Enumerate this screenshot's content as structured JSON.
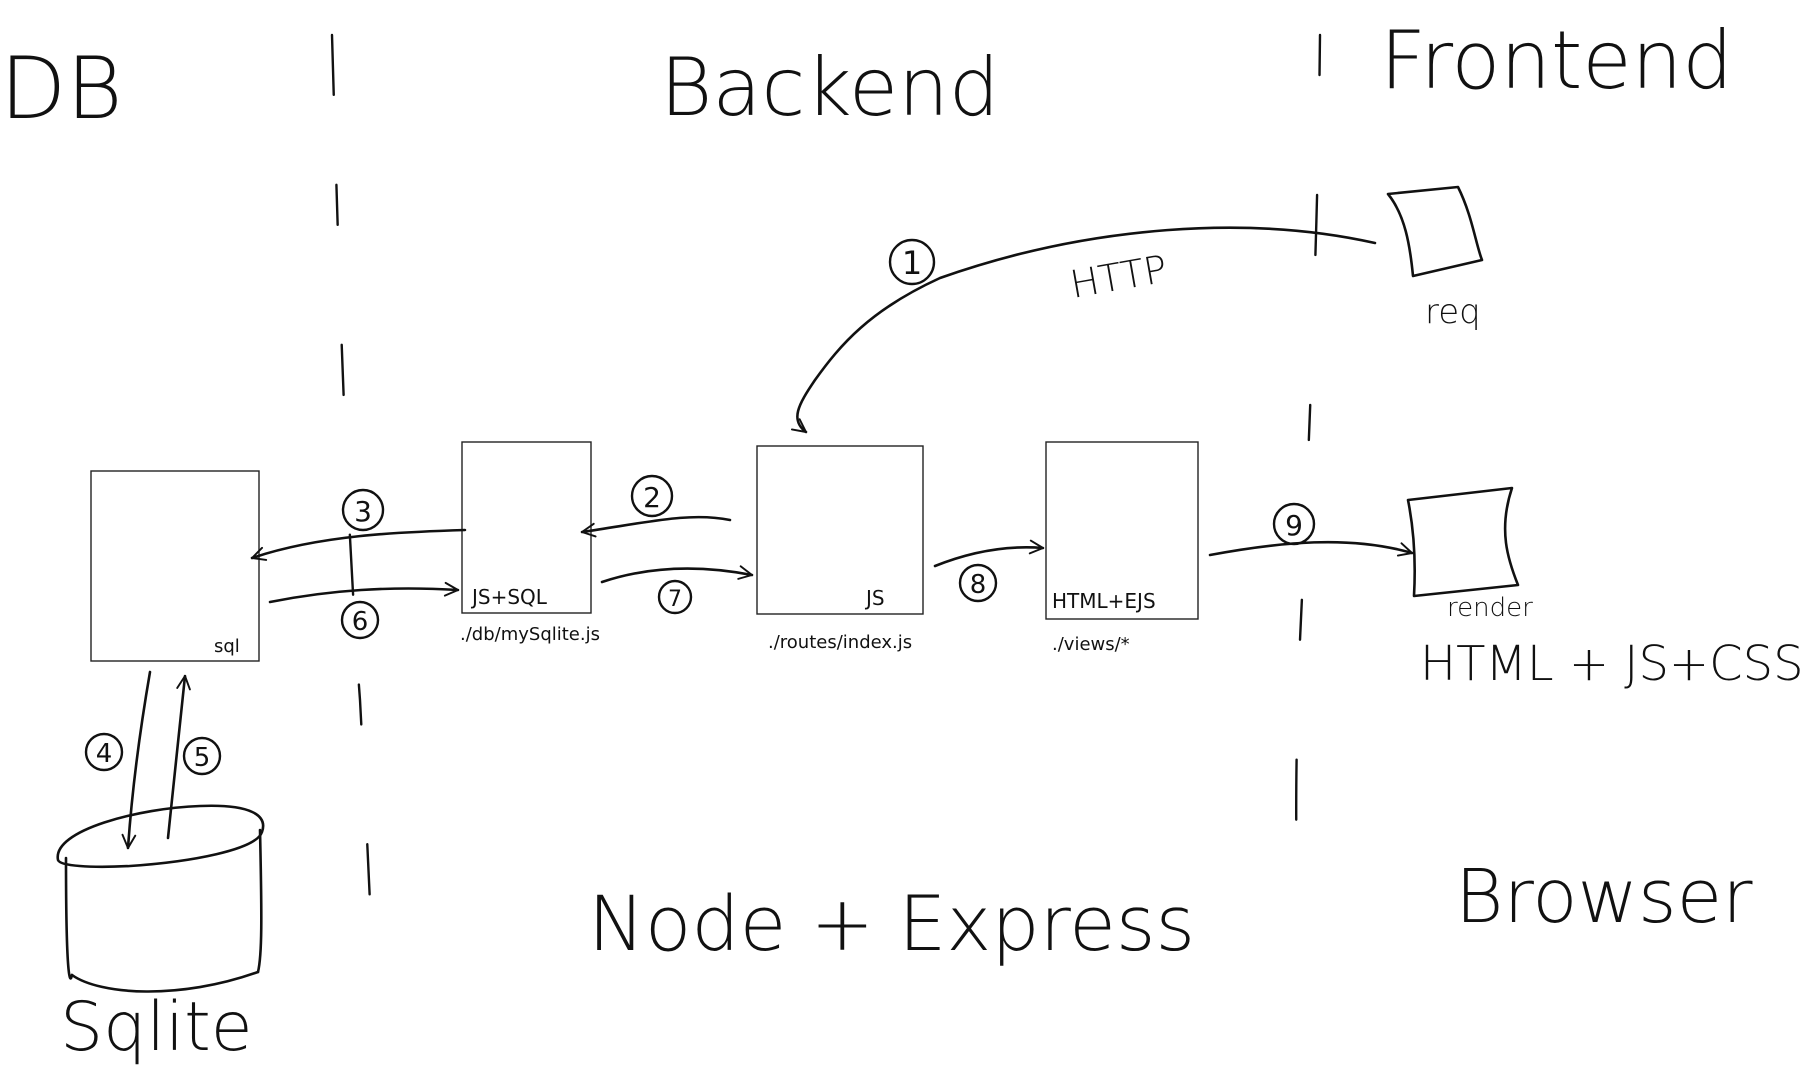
{
  "zones": {
    "db": "DB",
    "backend": "Backend",
    "frontend": "Frontend"
  },
  "runtimes": {
    "sqlite": "Sqlite",
    "node_express": "Node + Express",
    "browser": "Browser"
  },
  "components": {
    "db_box": {
      "inner_label": "sql",
      "caption": ""
    },
    "db_module": {
      "inner_label": "JS+SQL",
      "caption": "./db/mySqlite.js"
    },
    "router": {
      "inner_label": "JS",
      "caption": "./routes/index.js"
    },
    "views": {
      "inner_label": "HTML+EJS",
      "caption": "./views/*"
    }
  },
  "frontend_items": {
    "request": {
      "label": "req",
      "protocol": "HTTP"
    },
    "render": {
      "label": "render",
      "output": "HTML + JS+CSS"
    }
  },
  "steps": [
    "1",
    "2",
    "3",
    "4",
    "5",
    "6",
    "7",
    "8",
    "9"
  ]
}
